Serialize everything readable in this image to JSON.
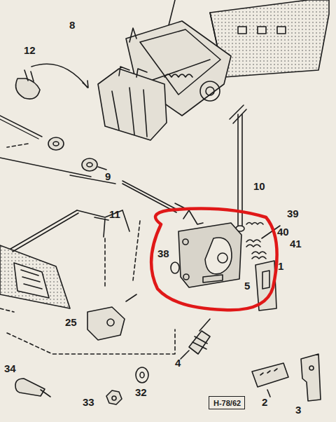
{
  "diagram": {
    "nodes": [
      {
        "text": [
          "H-78/62"
        ]
      }
    ],
    "labels": [
      "12",
      "8",
      "9",
      "10",
      "11",
      "39",
      "40",
      "41",
      "38",
      "1",
      "5",
      "25",
      "4",
      "34",
      "32",
      "33",
      "2",
      "3"
    ]
  }
}
